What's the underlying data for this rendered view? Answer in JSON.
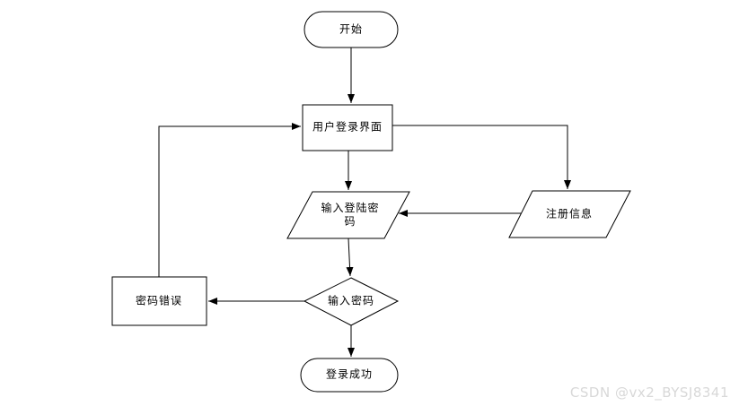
{
  "page": {
    "background": "#ffffff"
  },
  "diagram": {
    "type": "flowchart",
    "stroke_color": "#000000",
    "fill_color": "#ffffff",
    "nodes": [
      {
        "id": "start",
        "shape": "terminator",
        "label": "开始"
      },
      {
        "id": "login-ui",
        "shape": "process",
        "label": "用户登录界面"
      },
      {
        "id": "input-login-password",
        "shape": "data-parallelogram",
        "label": "输入登陆密码"
      },
      {
        "id": "register-info",
        "shape": "data-parallelogram",
        "label": "注册信息"
      },
      {
        "id": "password-check",
        "shape": "decision",
        "label": "输入密码"
      },
      {
        "id": "password-error",
        "shape": "process",
        "label": "密码错误"
      },
      {
        "id": "login-success",
        "shape": "terminator",
        "label": "登录成功"
      }
    ],
    "edges": [
      {
        "from": "start",
        "to": "login-ui"
      },
      {
        "from": "login-ui",
        "to": "input-login-password"
      },
      {
        "from": "login-ui",
        "to": "register-info"
      },
      {
        "from": "register-info",
        "to": "input-login-password"
      },
      {
        "from": "input-login-password",
        "to": "password-check"
      },
      {
        "from": "password-check",
        "to": "password-error"
      },
      {
        "from": "password-error",
        "to": "login-ui"
      },
      {
        "from": "password-check",
        "to": "login-success"
      }
    ]
  },
  "watermark": {
    "text": "CSDN @vx2_BYSJ8341",
    "color": "#d8d8d8"
  }
}
